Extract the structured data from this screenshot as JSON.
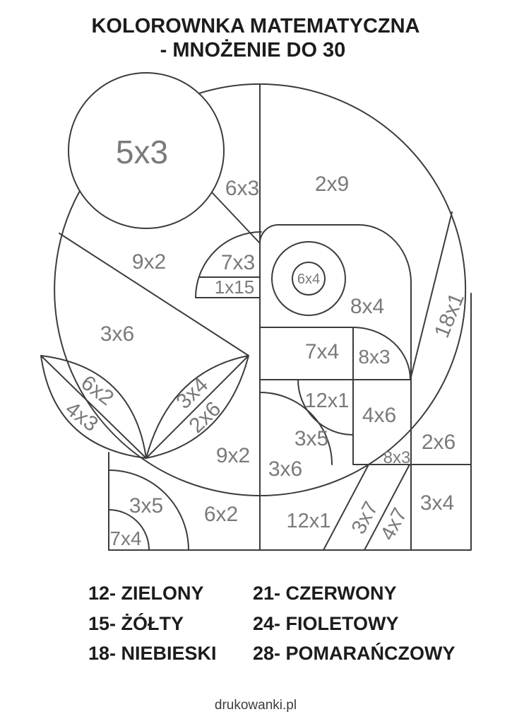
{
  "title": {
    "line1": "KOLOROWNKA MATEMATYCZNA",
    "line2": "- MNOŻENIE DO 30"
  },
  "legend": {
    "items": [
      {
        "code": "12",
        "color_name": "ZIELONY",
        "text": "12- ZIELONY"
      },
      {
        "code": "15",
        "color_name": "ŻÓŁTY",
        "text": "15- ŻÓŁTY"
      },
      {
        "code": "18",
        "color_name": "NIEBIESKI",
        "text": "18- NIEBIESKI"
      },
      {
        "code": "21",
        "color_name": "CZERWONY",
        "text": "21- CZERWONY"
      },
      {
        "code": "24",
        "color_name": "FIOLETOWY",
        "text": "24- FIOLETOWY"
      },
      {
        "code": "28",
        "color_name": "POMARAŃCZOWY",
        "text": "28- POMARAŃCZOWY"
      }
    ]
  },
  "footer": {
    "text": "drukowanki.pl"
  },
  "colors": {
    "line": "#3c3c3c",
    "label": "#7a7a7a",
    "ink": "#1c1c1c"
  },
  "drawing": {
    "labels": [
      {
        "id": "bubble",
        "text": "5x3"
      },
      {
        "id": "wedge-top",
        "text": "6x3"
      },
      {
        "id": "top-right",
        "text": "2x9"
      },
      {
        "id": "upper-left",
        "text": "9x2"
      },
      {
        "id": "disc-top",
        "text": "7x3"
      },
      {
        "id": "disc-strip",
        "text": "1x15"
      },
      {
        "id": "ring-center",
        "text": "6x4"
      },
      {
        "id": "rounded-sq",
        "text": "8x4"
      },
      {
        "id": "box-mid-left",
        "text": "7x4"
      },
      {
        "id": "box-mid-right",
        "text": "8x3"
      },
      {
        "id": "right-leaf-18",
        "text": "18x1"
      },
      {
        "id": "left-inner",
        "text": "3x6"
      },
      {
        "id": "leaf-l-top",
        "text": "6x2"
      },
      {
        "id": "leaf-l-bot",
        "text": "4x3"
      },
      {
        "id": "leaf-r-top",
        "text": "3x4"
      },
      {
        "id": "leaf-r-bot",
        "text": "2x6"
      },
      {
        "id": "arc-box-top",
        "text": "12x1"
      },
      {
        "id": "box-4x6",
        "text": "4x6"
      },
      {
        "id": "arc-box-mid",
        "text": "3x5"
      },
      {
        "id": "sliver",
        "text": "8x3"
      },
      {
        "id": "col-right-top",
        "text": "2x6"
      },
      {
        "id": "circle-low-l",
        "text": "9x2"
      },
      {
        "id": "circle-low-r",
        "text": "3x6"
      },
      {
        "id": "corner-3x5",
        "text": "3x5"
      },
      {
        "id": "corner-6x2",
        "text": "6x2"
      },
      {
        "id": "corner-7x4",
        "text": "7x4"
      },
      {
        "id": "bottom-12x1",
        "text": "12x1"
      },
      {
        "id": "band-3x7",
        "text": "3x7"
      },
      {
        "id": "band-4x7",
        "text": "4x7"
      },
      {
        "id": "col-right-bot",
        "text": "3x4"
      }
    ]
  }
}
